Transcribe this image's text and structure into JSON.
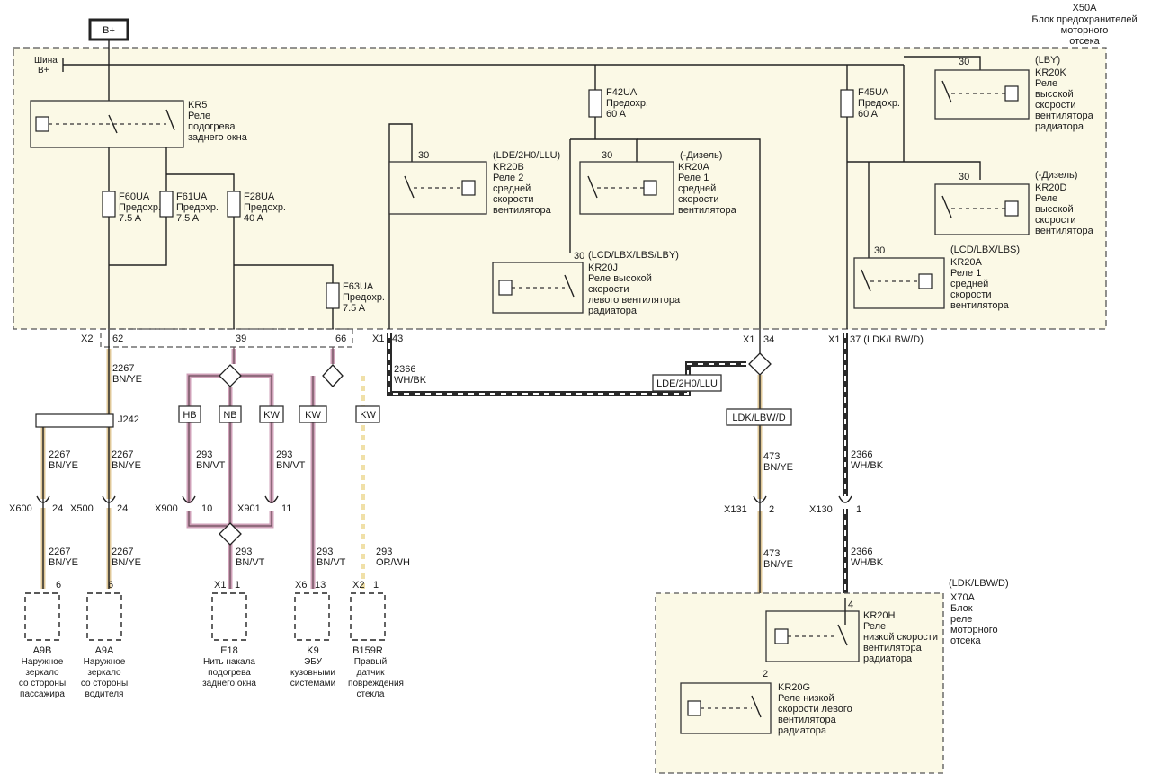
{
  "header": {
    "battery_label": "B+",
    "block_title": [
      "X50A",
      "Блок предохранителей",
      "моторного",
      "отсека"
    ],
    "bus_label": [
      "Шина",
      "B+"
    ]
  },
  "relays": {
    "kr5": [
      "KR5",
      "Реле",
      "подогрева",
      "заднего окна"
    ],
    "kr20b": {
      "variant": "(LDE/2H0/LLU)",
      "pin": "30",
      "lines": [
        "KR20B",
        "Реле 2",
        "средней",
        "скорости",
        "вентилятора"
      ]
    },
    "kr20a_top": {
      "variant": "(-Дизель)",
      "pin": "30",
      "lines": [
        "KR20A",
        "Реле 1",
        "средней",
        "скорости",
        "вентилятора"
      ]
    },
    "kr20j": {
      "variant": "(LCD/LBX/LBS/LBY)",
      "pin": "30",
      "lines": [
        "KR20J",
        "Реле высокой",
        "скорости",
        "левого вентилятора",
        "радиатора"
      ]
    },
    "kr20k": {
      "variant": "(LBY)",
      "pin": "30",
      "lines": [
        "KR20K",
        "Реле",
        "высокой",
        "скорости",
        "вентилятора",
        "радиатора"
      ]
    },
    "kr20d": {
      "variant": "(-Дизель)",
      "pin": "30",
      "lines": [
        "KR20D",
        "Реле",
        "высокой",
        "скорости",
        "вентилятора"
      ]
    },
    "kr20a_right": {
      "variant": "(LCD/LBX/LBS)",
      "pin": "30",
      "lines": [
        "KR20A",
        "Реле 1",
        "средней",
        "скорости",
        "вентилятора"
      ]
    }
  },
  "fuses": {
    "f60ua": [
      "F60UA",
      "Предохр.",
      "7.5 A"
    ],
    "f61ua": [
      "F61UA",
      "Предохр.",
      "7.5 A"
    ],
    "f28ua": [
      "F28UA",
      "Предохр.",
      "40 A"
    ],
    "f63ua": [
      "F63UA",
      "Предохр.",
      "7.5 A"
    ],
    "f42ua": [
      "F42UA",
      "Предохр.",
      "60 A"
    ],
    "f45ua": [
      "F45UA",
      "Предохр.",
      "60 A"
    ]
  },
  "connectors": {
    "x2": "X2",
    "x2_62": "62",
    "x2_39": "39",
    "x2_66": "66",
    "x1_a": "X1",
    "x1_43": "43",
    "x1_b": "X1",
    "x1_34": "34",
    "x1_c": "X1",
    "x1_37": "37 (LDK/LBW/D)"
  },
  "wires": {
    "w2267_top": [
      "2267",
      "BN/YE"
    ],
    "w2366_left": [
      "2366",
      "WH/BK"
    ],
    "w2267_l": [
      "2267",
      "BN/YE"
    ],
    "w2267_r": [
      "2267",
      "BN/YE"
    ],
    "w293_l": [
      "293",
      "BN/VT"
    ],
    "w293_r": [
      "293",
      "BN/VT"
    ],
    "w2267_bl": [
      "2267",
      "BN/YE"
    ],
    "w2267_br": [
      "2267",
      "BN/YE"
    ],
    "w293_mid": [
      "293",
      "BN/VT"
    ],
    "w293_k9": [
      "293",
      "BN/VT"
    ],
    "w293_orwh": [
      "293",
      "OR/WH"
    ],
    "w473_top": [
      "473",
      "BN/YE"
    ],
    "w473_bot": [
      "473",
      "BN/YE"
    ],
    "w2366_r1": [
      "2366",
      "WH/BK"
    ],
    "w2366_r2": [
      "2366",
      "WH/BK"
    ]
  },
  "splice": {
    "j242": "J242"
  },
  "tags": {
    "hb": "HB",
    "nb": "NB",
    "kw1": "KW",
    "kw2": "KW",
    "kw3": "KW",
    "lde": "LDE/2H0/LLU",
    "ldk": "LDK/LBW/D"
  },
  "inline": {
    "x600": "X600",
    "x600_pin": "24",
    "x500": "X500",
    "x500_pin": "24",
    "x900": "X900",
    "x900_pin": "10",
    "x901": "X901",
    "x901_pin": "11",
    "x131": "X131",
    "x131_pin": "2",
    "x130": "X130",
    "x130_pin": "1"
  },
  "components": {
    "a9b": {
      "pin": "6",
      "lines": [
        "A9B",
        "Наружное",
        "зеркало",
        "со стороны",
        "пассажира"
      ]
    },
    "a9a": {
      "pin": "6",
      "lines": [
        "A9A",
        "Наружное",
        "зеркало",
        "со стороны",
        "водителя"
      ]
    },
    "e18": {
      "conn": "X1",
      "pin": "1",
      "lines": [
        "E18",
        "Нить накала",
        "подогрева",
        "заднего окна"
      ]
    },
    "k9": {
      "conn": "X6",
      "pin": "13",
      "lines": [
        "K9",
        "ЭБУ",
        "кузовными",
        "системами"
      ]
    },
    "b159r": {
      "conn": "X2",
      "pin": "1",
      "lines": [
        "B159R",
        "Правый",
        "датчик",
        "повреждения",
        "стекла"
      ]
    }
  },
  "x70a": {
    "variant": "(LDK/LBW/D)",
    "title": [
      "X70A",
      "Блок",
      "реле",
      "моторного",
      "отсека"
    ],
    "kr20h": {
      "pin": "4",
      "lines": [
        "KR20H",
        "Реле",
        "низкой скорости",
        "вентилятора",
        "радиатора"
      ]
    },
    "kr20g": {
      "pin": "2",
      "lines": [
        "KR20G",
        "Реле низкой",
        "скорости левого",
        "вентилятора",
        "радиатора"
      ]
    }
  }
}
